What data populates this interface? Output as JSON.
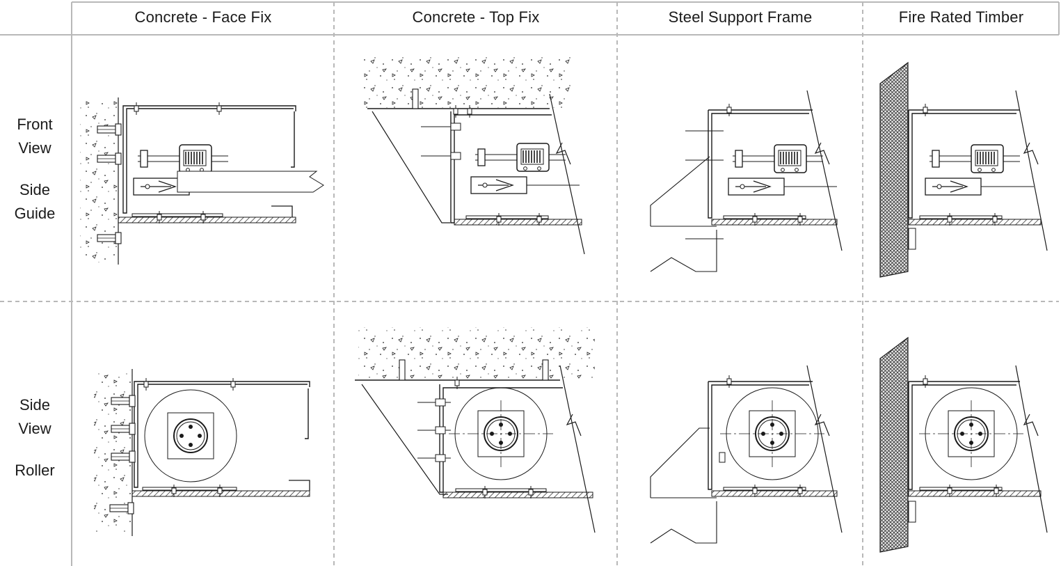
{
  "columns": [
    "Concrete - Face Fix",
    "Concrete - Top Fix",
    "Steel Support Frame",
    "Fire Rated Timber"
  ],
  "rows": [
    {
      "view_line1": "Front",
      "view_line2": "View",
      "part_line1": "Side",
      "part_line2": "Guide"
    },
    {
      "view_line1": "Side",
      "view_line2": "View",
      "part_line1": "Roller",
      "part_line2": ""
    }
  ],
  "colors": {
    "grid_line": "#b8b8b8",
    "ink": "#1a1a1a"
  }
}
